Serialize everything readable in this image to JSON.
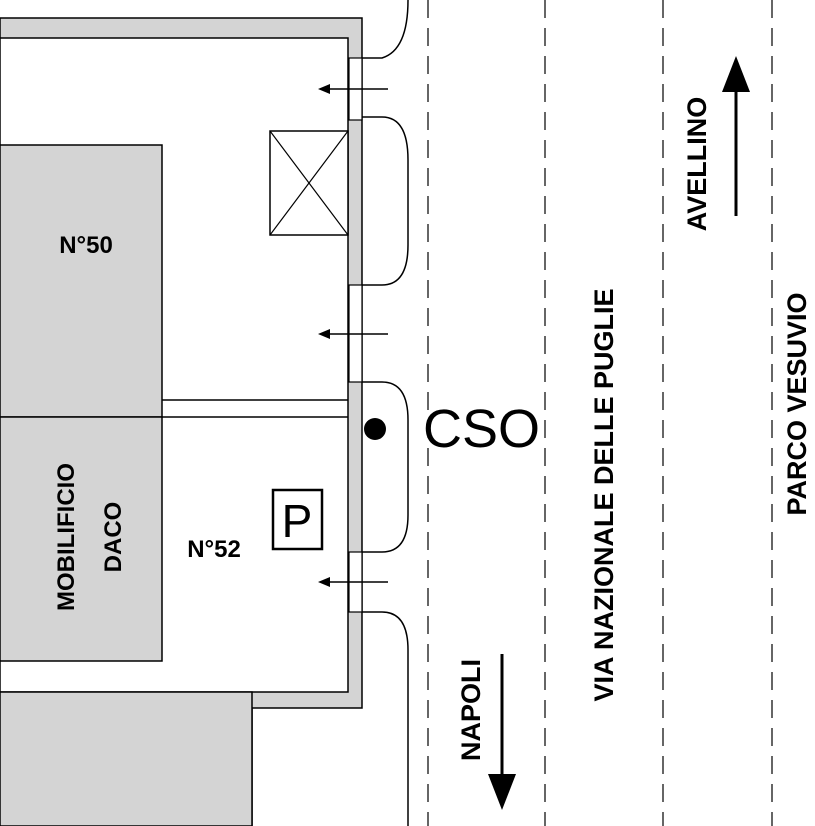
{
  "labels": {
    "building_50": "N°50",
    "building_52": "N°52",
    "mobilificio_line1": "MOBILIFICIO",
    "mobilificio_line2": "DACO",
    "parking": "P",
    "station": "CSO",
    "road": "VIA NAZIONALE DELLE PUGLIE",
    "park": "PARCO VESUVIO",
    "dir_north": "AVELLINO",
    "dir_south": "NAPOLI"
  },
  "colors": {
    "building_fill": "#d4d4d4",
    "line": "#000000",
    "background": "#ffffff"
  },
  "icons": {
    "station_marker": "filled-circle",
    "parking": "parking-square",
    "entrance": "left-arrow",
    "elevator": "crossed-box"
  }
}
